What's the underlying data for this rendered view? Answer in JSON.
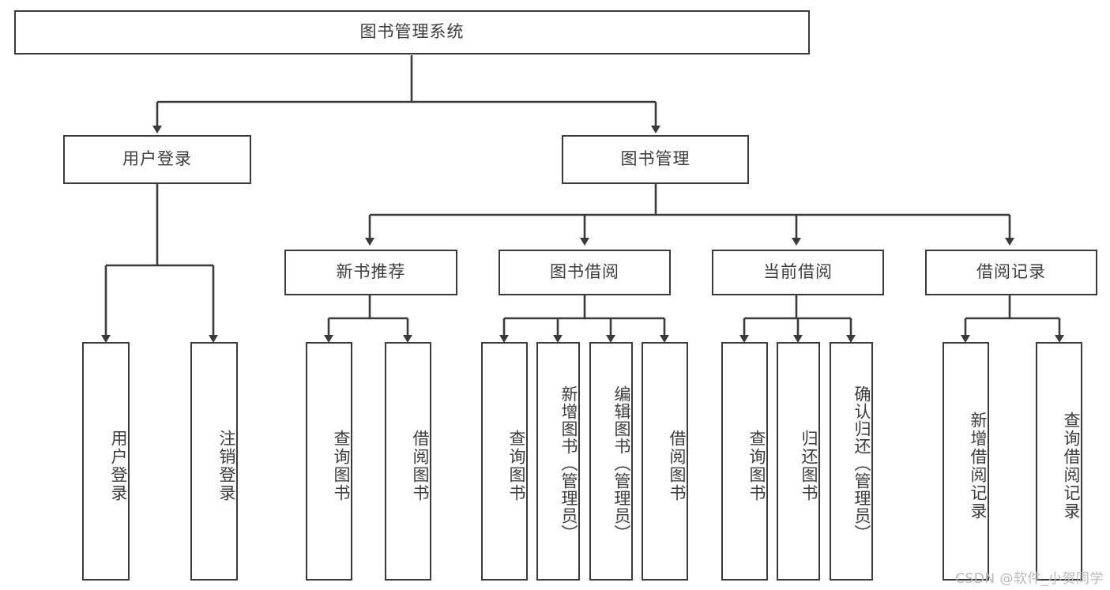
{
  "diagram": {
    "type": "tree-hierarchy",
    "title": "图书管理系统",
    "watermark": "CSDN @软件_小贺同学",
    "colors": {
      "box_border": "#3a3a3a",
      "box_fill": "#ffffff",
      "edge": "#3a3a3a",
      "text": "#3c3c3c",
      "watermark": "#b9b9b9",
      "background": "#ffffff"
    },
    "levels": {
      "root": {
        "label": "图书管理系统"
      },
      "level2": [
        {
          "id": "user-login",
          "label": "用户登录"
        },
        {
          "id": "book-manage",
          "label": "图书管理"
        }
      ],
      "level3": [
        {
          "id": "new-book-recommend",
          "label": "新书推荐",
          "parent": "book-manage"
        },
        {
          "id": "book-borrow",
          "label": "图书借阅",
          "parent": "book-manage"
        },
        {
          "id": "current-borrow",
          "label": "当前借阅",
          "parent": "book-manage"
        },
        {
          "id": "borrow-record",
          "label": "借阅记录",
          "parent": "book-manage"
        }
      ],
      "leaves": [
        {
          "id": "leaf-user-login",
          "label": "用户登录",
          "parent": "user-login"
        },
        {
          "id": "leaf-logout",
          "label": "注销登录",
          "parent": "user-login"
        },
        {
          "id": "leaf-query-book-1",
          "label": "查询图书",
          "parent": "new-book-recommend"
        },
        {
          "id": "leaf-borrow-book-1",
          "label": "借阅图书",
          "parent": "new-book-recommend"
        },
        {
          "id": "leaf-query-book-2",
          "label": "查询图书",
          "parent": "book-borrow"
        },
        {
          "id": "leaf-add-book",
          "label": "新增图书（管理员）",
          "parent": "book-borrow"
        },
        {
          "id": "leaf-edit-book",
          "label": "编辑图书（管理员）",
          "parent": "book-borrow"
        },
        {
          "id": "leaf-borrow-book-2",
          "label": "借阅图书",
          "parent": "book-borrow"
        },
        {
          "id": "leaf-query-book-3",
          "label": "查询图书",
          "parent": "current-borrow"
        },
        {
          "id": "leaf-return-book",
          "label": "归还图书",
          "parent": "current-borrow"
        },
        {
          "id": "leaf-confirm-return",
          "label": "确认归还（管理员）",
          "parent": "current-borrow"
        },
        {
          "id": "leaf-add-record",
          "label": "新增借阅记录",
          "parent": "borrow-record"
        },
        {
          "id": "leaf-query-record",
          "label": "查询借阅记录",
          "parent": "borrow-record"
        }
      ]
    }
  }
}
